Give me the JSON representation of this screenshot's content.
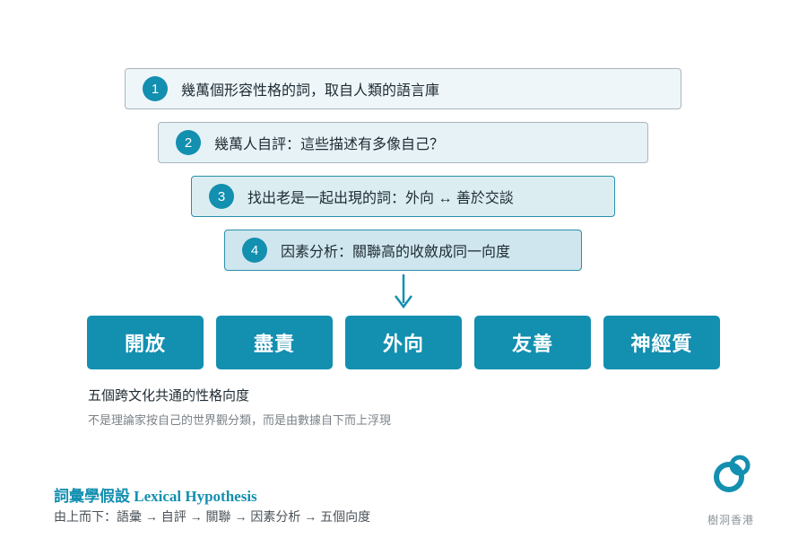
{
  "steps": [
    {
      "number": "1",
      "text": "幾萬個形容性格的詞，取自人類的語言庫"
    },
    {
      "number": "2",
      "text": "幾萬人自評：這些描述有多像自己？"
    },
    {
      "number": "3",
      "text": "找出老是一起出現的詞：外向 ↔ 善於交談"
    },
    {
      "number": "4",
      "text": "因素分析：關聯高的收斂成同一向度"
    }
  ],
  "traits": [
    "開放",
    "盡責",
    "外向",
    "友善",
    "神經質"
  ],
  "caption": {
    "title": "五個跨文化共通的性格向度",
    "subtitle": "不是理論家按自己的世界觀分類，而是由數據自下而上浮現"
  },
  "footer": {
    "title": "詞彙學假設 Lexical Hypothesis",
    "subtitle": "由上而下：語彙 → 自評 → 關聯 → 因素分析 → 五個向度"
  },
  "brand": {
    "name": "樹洞香港",
    "color": "#138fb0"
  },
  "colors": {
    "accent": "#138fb0",
    "step_light": "#eef6f9",
    "step_dark": "#cfe6ee"
  }
}
